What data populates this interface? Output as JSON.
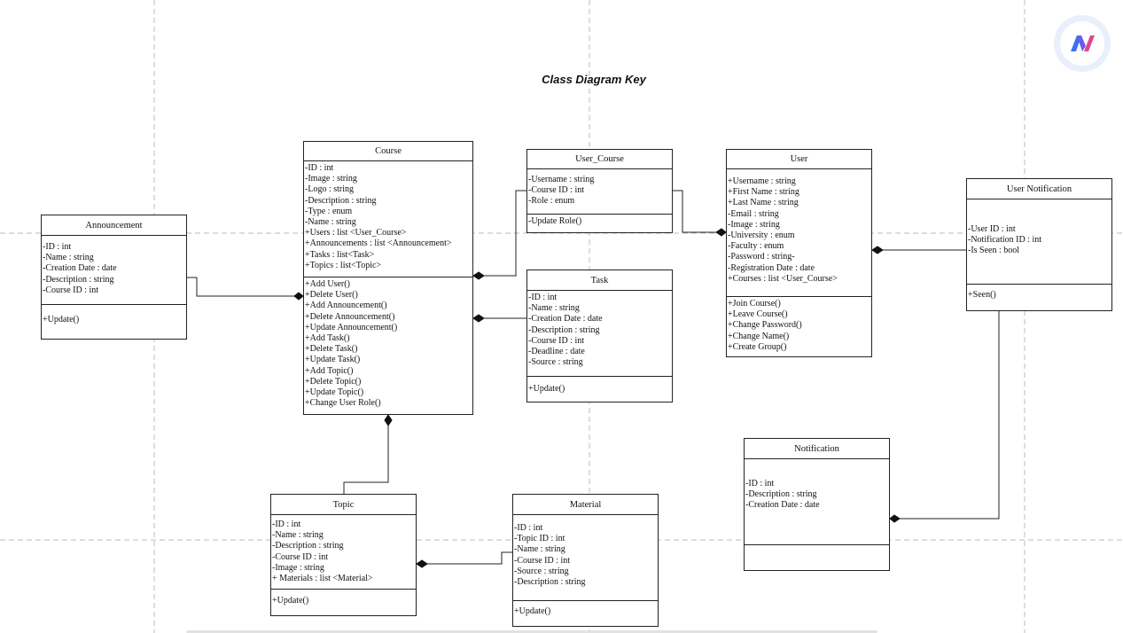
{
  "diagram": {
    "title": "Class Diagram Key"
  },
  "classes": {
    "announcement": {
      "name": "Announcement",
      "attributes": [
        "-ID : int",
        "-Name : string",
        "-Creation Date : date",
        "-Description : string",
        "-Course ID : int"
      ],
      "operations": [
        "+Update()"
      ]
    },
    "course": {
      "name": "Course",
      "attributes": [
        "-ID : int",
        "-Image : string",
        "-Logo : string",
        "-Description : string",
        "-Type : enum",
        "-Name : string",
        "+Users : list <User_Course>",
        "+Announcements : list <Announcement>",
        "+Tasks : list<Task>",
        "+Topics : list<Topic>"
      ],
      "operations": [
        "+Add User()",
        "+Delete User()",
        "+Add Announcement()",
        "+Delete Announcement()",
        "+Update Announcement()",
        "+Add Task()",
        "+Delete Task()",
        "+Update Task()",
        "+Add Topic()",
        "+Delete Topic()",
        "+Update Topic()",
        "+Change User Role()"
      ]
    },
    "user_course": {
      "name": "User_Course",
      "attributes": [
        "-Username : string",
        "-Course ID : int",
        "-Role : enum"
      ],
      "operations": [
        "-Update Role()"
      ]
    },
    "task": {
      "name": "Task",
      "attributes": [
        "-ID : int",
        "-Name : string",
        "-Creation Date : date",
        "-Description : string",
        "-Course ID : int",
        "-Deadline : date",
        "-Source : string"
      ],
      "operations": [
        "+Update()"
      ]
    },
    "user": {
      "name": "User",
      "attributes": [
        "+Username : string",
        "+First Name : string",
        "+Last Name : string",
        "-Email : string",
        "-Image : string",
        "-University : enum",
        "-Faculty : enum",
        "-Password : string-",
        "-Registration Date : date",
        "+Courses : list <User_Course>"
      ],
      "operations": [
        "+Join Course()",
        "+Leave Course()",
        "+Change Password()",
        "+Change Name()",
        "+Create Group()"
      ]
    },
    "user_notification": {
      "name": "User Notification",
      "attributes": [
        "-User ID : int",
        "-Notification ID : int",
        "-Is Seen : bool"
      ],
      "operations": [
        "+Seen()"
      ]
    },
    "notification": {
      "name": "Notification",
      "attributes": [
        "-ID : int",
        "-Description : string",
        "-Creation Date : date"
      ],
      "operations": []
    },
    "topic": {
      "name": "Topic",
      "attributes": [
        "-ID : int",
        "-Name : string",
        "-Description : string",
        "-Course ID : int",
        "-Image : string",
        "+ Materials : list <Material>"
      ],
      "operations": [
        "+Update()"
      ]
    },
    "material": {
      "name": "Material",
      "attributes": [
        "-ID : int",
        "-Topic ID : int",
        "-Name : string",
        "-Course ID : int",
        "-Source : string",
        "-Description : string"
      ],
      "operations": [
        "+Update()"
      ]
    }
  },
  "colors": {
    "line": "#222222",
    "guide": "#b8b8b8",
    "logo_blue": "#3b6ff5",
    "logo_pink": "#e0468f"
  }
}
